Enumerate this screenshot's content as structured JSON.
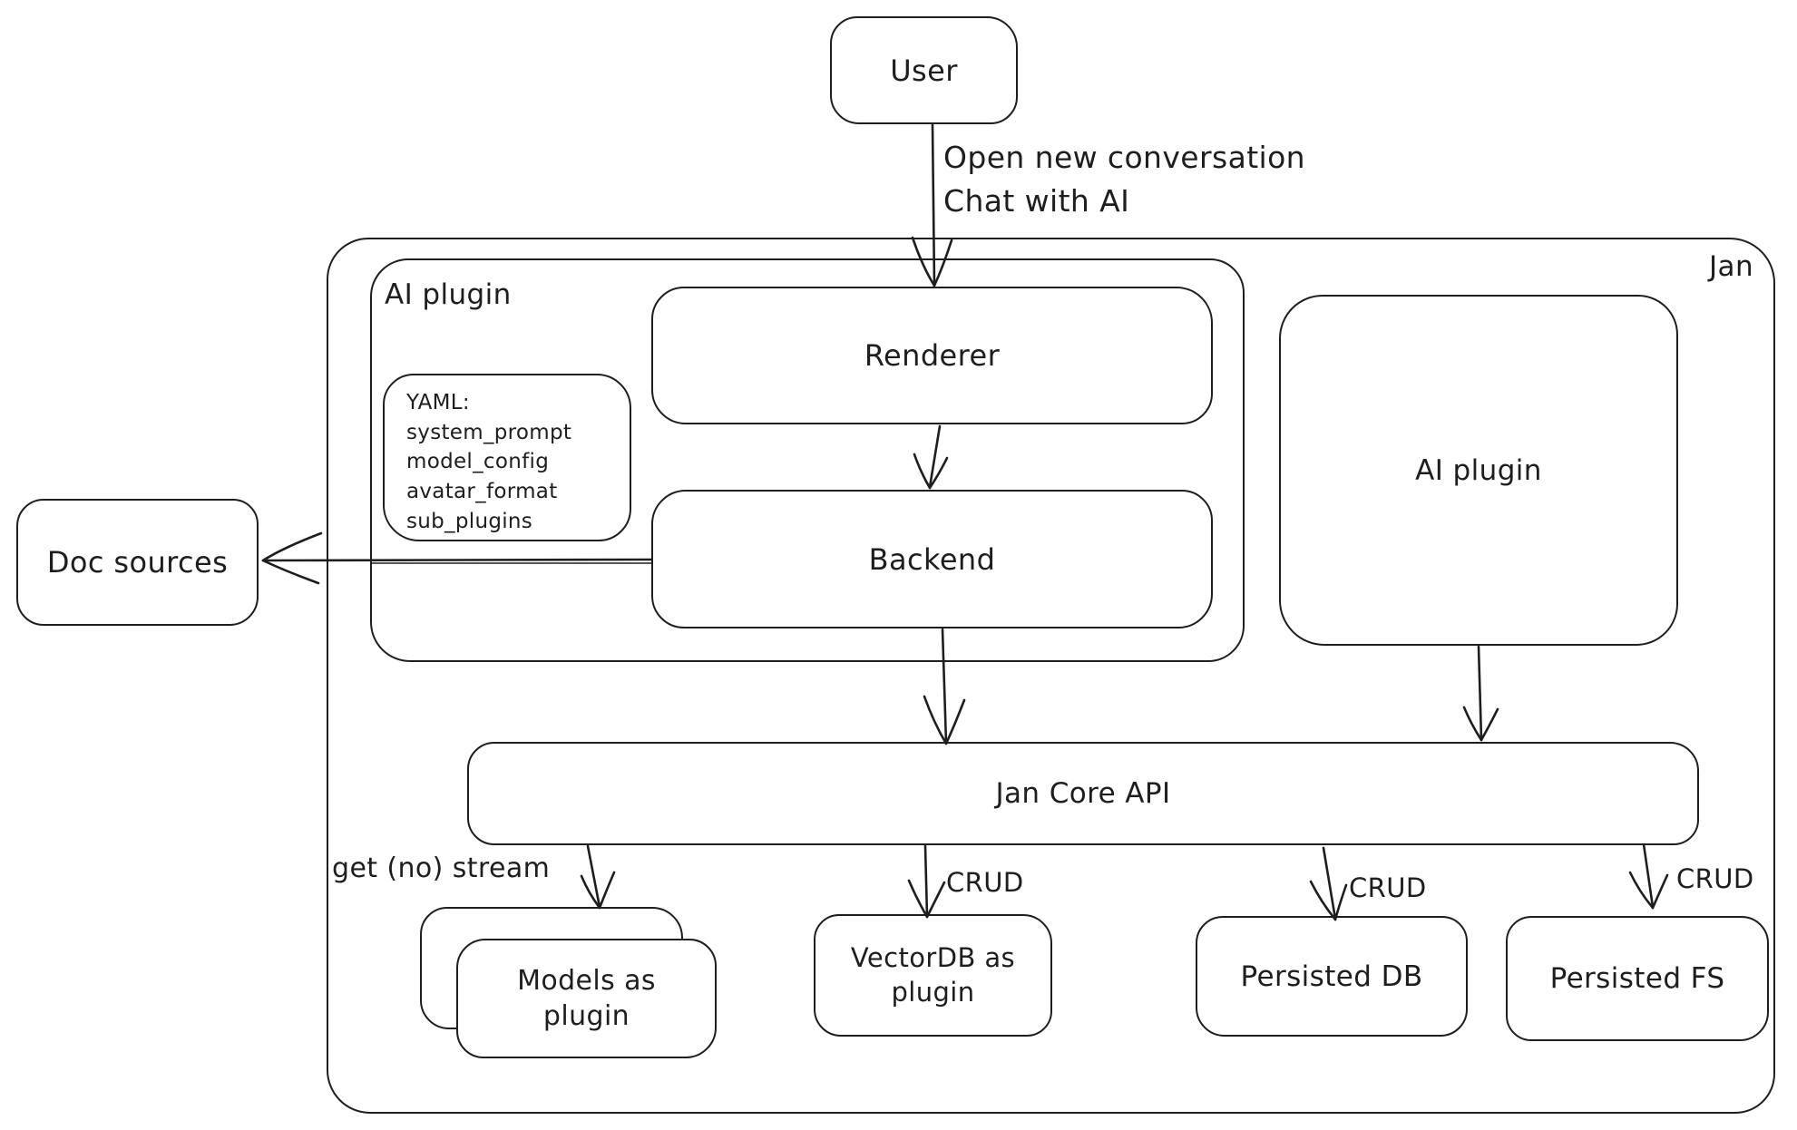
{
  "diagram": {
    "colors": {
      "stroke": "#1e1e1e",
      "background": "#ffffff"
    },
    "nodes": {
      "user": {
        "label": "User"
      },
      "jan": {
        "label": "Jan"
      },
      "ai_plugin_left": {
        "label": "AI plugin"
      },
      "renderer": {
        "label": "Renderer"
      },
      "backend": {
        "label": "Backend"
      },
      "doc_sources": {
        "label": "Doc sources"
      },
      "ai_plugin_right": {
        "label": "AI plugin"
      },
      "jan_core_api": {
        "label": "Jan Core API"
      },
      "models_plugin": {
        "label": "Models as plugin"
      },
      "vectordb_plugin": {
        "label": "VectorDB as plugin"
      },
      "persisted_db": {
        "label": "Persisted DB"
      },
      "persisted_fs": {
        "label": "Persisted FS"
      }
    },
    "yaml_note": {
      "lines": [
        "YAML:",
        "system_prompt",
        "model_config",
        "avatar_format",
        "sub_plugins"
      ]
    },
    "edges": {
      "user_to_renderer": {
        "label_line1": "Open new conversation",
        "label_line2": "Chat with AI"
      },
      "api_to_models": {
        "label": "get (no) stream"
      },
      "api_to_vectordb": {
        "label": "CRUD"
      },
      "api_to_db": {
        "label": "CRUD"
      },
      "api_to_fs": {
        "label": "CRUD"
      }
    }
  }
}
